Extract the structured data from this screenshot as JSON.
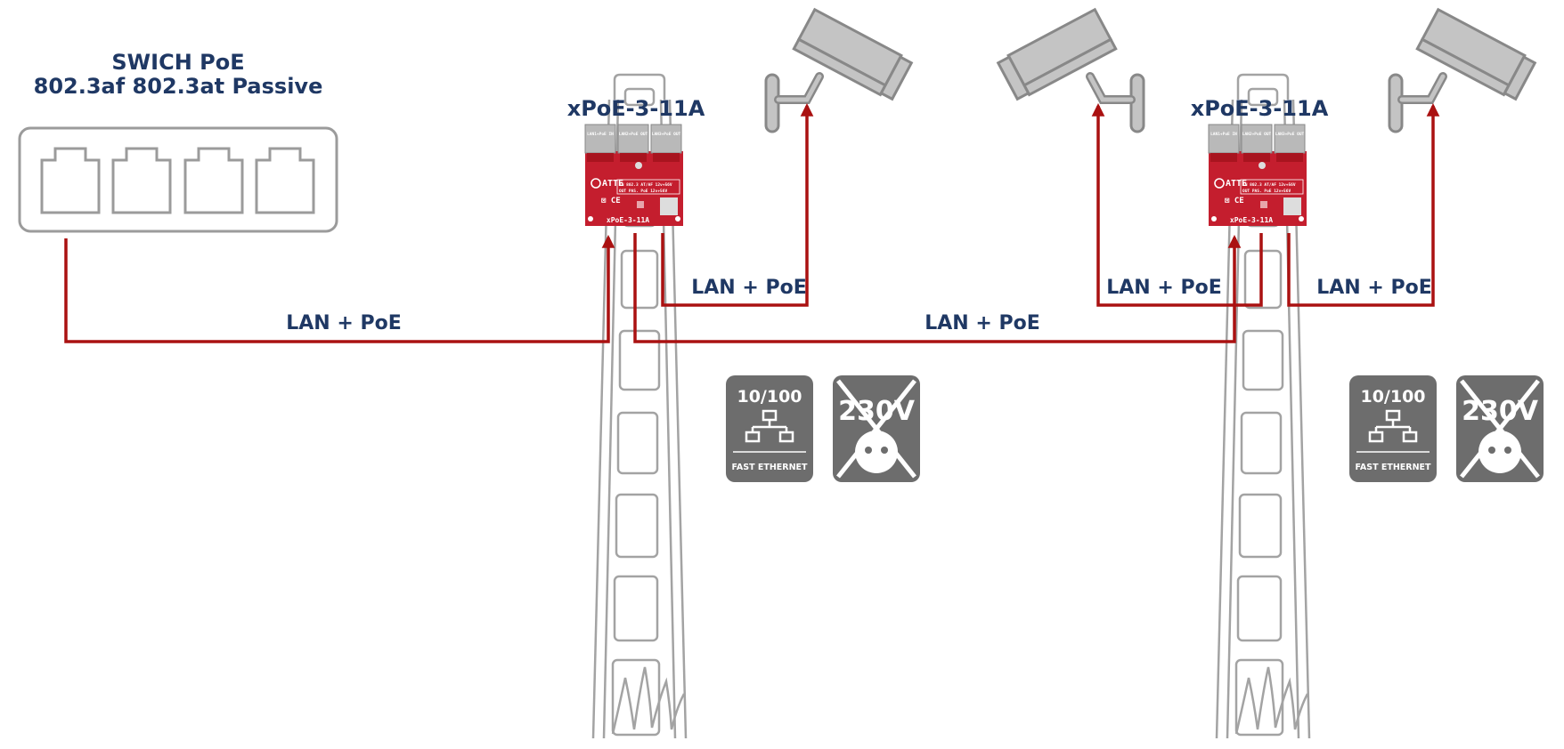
{
  "switch": {
    "title_line1": "SWICH PoE",
    "title_line2": "802.3af 802.3at Passive",
    "ports": 4
  },
  "devices": [
    {
      "model": "xPoE-3-11A",
      "board": {
        "brand": "ATTE",
        "port_labels": [
          "LAN1+PoE IN",
          "LAN2+PoE OUT",
          "LAN3+PoE OUT"
        ],
        "spec_line1": "IN 802.3 AT/AF 12v+56V",
        "spec_line2": "OUT PAS. PoE 12v+56V",
        "bottom_label": "xPoE-3-11A"
      },
      "badges": {
        "speed": "10/100",
        "speed_caption": "FAST ETHERNET",
        "no_power": "230V"
      }
    },
    {
      "model": "xPoE-3-11A",
      "board": {
        "brand": "ATTE",
        "port_labels": [
          "LAN1+PoE IN",
          "LAN2+PoE OUT",
          "LAN3+PoE OUT"
        ],
        "spec_line1": "IN 802.3 AT/AF 12v+56V",
        "spec_line2": "OUT PAS. PoE 12v+56V",
        "bottom_label": "xPoE-3-11A"
      },
      "badges": {
        "speed": "10/100",
        "speed_caption": "FAST ETHERNET",
        "no_power": "230V"
      }
    }
  ],
  "links": {
    "switch_to_device1": "LAN + PoE",
    "device1_to_camera1": "LAN + PoE",
    "device1_to_device2": "LAN + PoE",
    "device2_to_camera2": "LAN + PoE",
    "device2_to_camera3": "LAN + PoE"
  },
  "icons": {
    "camera": "cctv-camera-icon",
    "pole": "lattice-pole-icon",
    "network": "network-topology-icon",
    "no_power": "no-230v-socket-icon"
  },
  "colors": {
    "wire": "#aa1111",
    "label": "#1f3864",
    "board": "#c41e2e",
    "badge": "#6d6d6d",
    "outline": "#9b9b9b"
  }
}
